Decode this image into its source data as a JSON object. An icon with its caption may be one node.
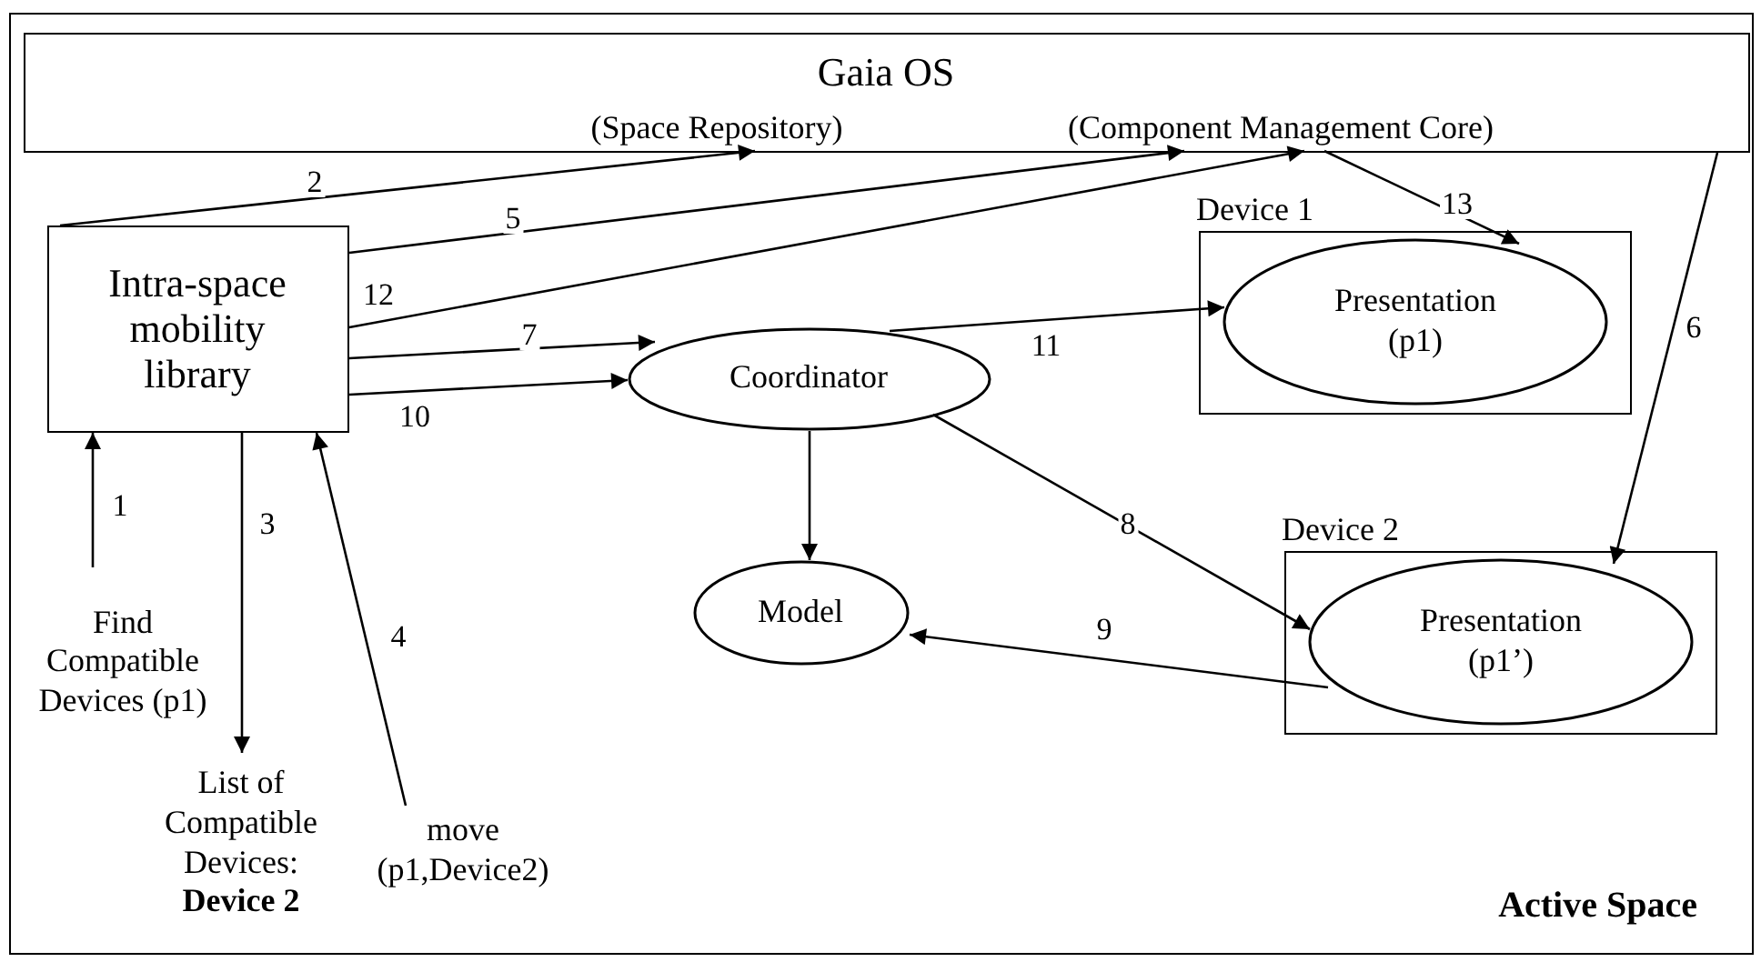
{
  "diagram": {
    "nodes": [
      {
        "text": [
          "Active Space"
        ]
      },
      {
        "text": [
          "Gaia OS"
        ],
        "in": 0
      },
      {
        "text": [
          "(Space Repository)"
        ],
        "in": 1
      },
      {
        "text": [
          "(Component Management Core)"
        ],
        "in": 1
      },
      {
        "text": [
          "Intra-space mobility library"
        ],
        "in": 0
      },
      {
        "text": [
          "Coordinator"
        ],
        "in": 0
      },
      {
        "text": [
          "Device 1"
        ],
        "in": 0
      },
      {
        "text": [
          "Presentation (p1)"
        ],
        "in": 6
      },
      {
        "text": [
          "Device 2"
        ],
        "in": 0
      },
      {
        "text": [
          "Presentation (p1’)"
        ],
        "in": 8
      },
      {
        "text": [
          "Model"
        ],
        "in": 0
      },
      {
        "text": [
          "Find Compatible Devices (p1)"
        ],
        "in": 0
      },
      {
        "text": [
          "List of Compatible Devices: **Device 2**"
        ],
        "in": 0
      },
      {
        "text": [
          "move (p1,Device2)"
        ],
        "in": 0
      }
    ],
    "edges": [
      {
        "from": 11,
        "to": 4,
        "arrow": "to",
        "label": "1"
      },
      {
        "from": 4,
        "to": 2,
        "arrow": "to",
        "label": "2"
      },
      {
        "from": 4,
        "to": 12,
        "arrow": "to",
        "label": "3"
      },
      {
        "from": 13,
        "to": 4,
        "arrow": "to",
        "label": "4"
      },
      {
        "from": 4,
        "to": 3,
        "arrow": "to",
        "label": "5"
      },
      {
        "from": 1,
        "to": 9,
        "arrow": "to",
        "label": "6"
      },
      {
        "from": 4,
        "to": 5,
        "arrow": "to",
        "label": "7"
      },
      {
        "from": 5,
        "to": 9,
        "arrow": "to",
        "label": "8"
      },
      {
        "from": 9,
        "to": 10,
        "arrow": "to",
        "label": "9"
      },
      {
        "from": 4,
        "to": 5,
        "arrow": "to",
        "label": "10"
      },
      {
        "from": 5,
        "to": 7,
        "arrow": "to",
        "label": "11"
      },
      {
        "from": 4,
        "to": 3,
        "arrow": "to",
        "label": "12"
      },
      {
        "from": 3,
        "to": 7,
        "arrow": "to",
        "label": "13"
      },
      {
        "from": 5,
        "to": 10,
        "arrow": "to"
      }
    ]
  }
}
